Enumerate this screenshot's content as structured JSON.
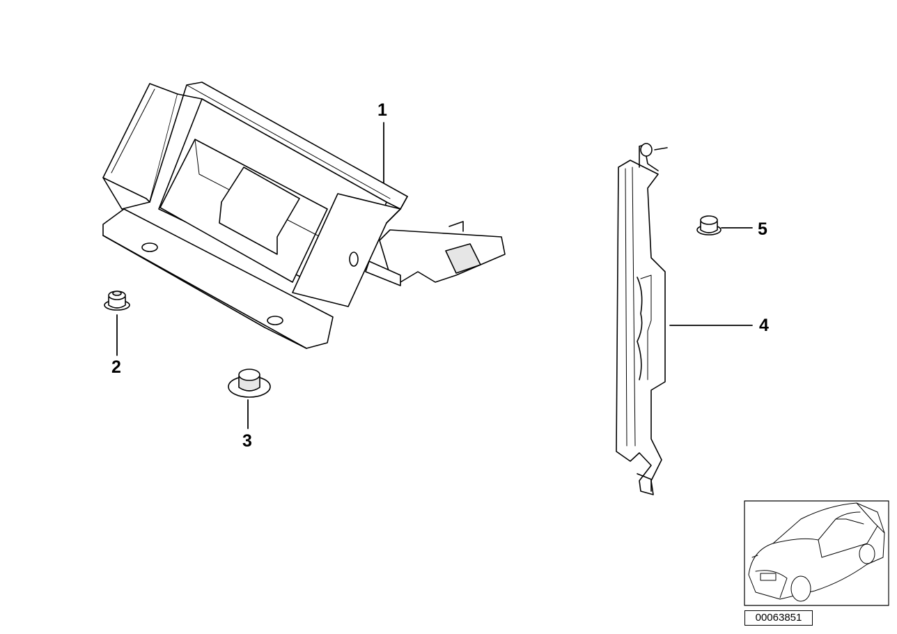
{
  "callouts": [
    {
      "id": "part-1",
      "label": "1"
    },
    {
      "id": "part-2",
      "label": "2"
    },
    {
      "id": "part-3",
      "label": "3"
    },
    {
      "id": "part-4",
      "label": "4"
    },
    {
      "id": "part-5",
      "label": "5"
    }
  ],
  "reference_number": "00063851",
  "icons": [
    "bracket-illustration",
    "bolt-illustration",
    "rivet-illustration",
    "support-rail-illustration",
    "nut-illustration",
    "car-thumbnail-icon"
  ],
  "colors": {
    "line": "#000000",
    "fill": "#ffffff",
    "shade": "#e6e6e6"
  }
}
